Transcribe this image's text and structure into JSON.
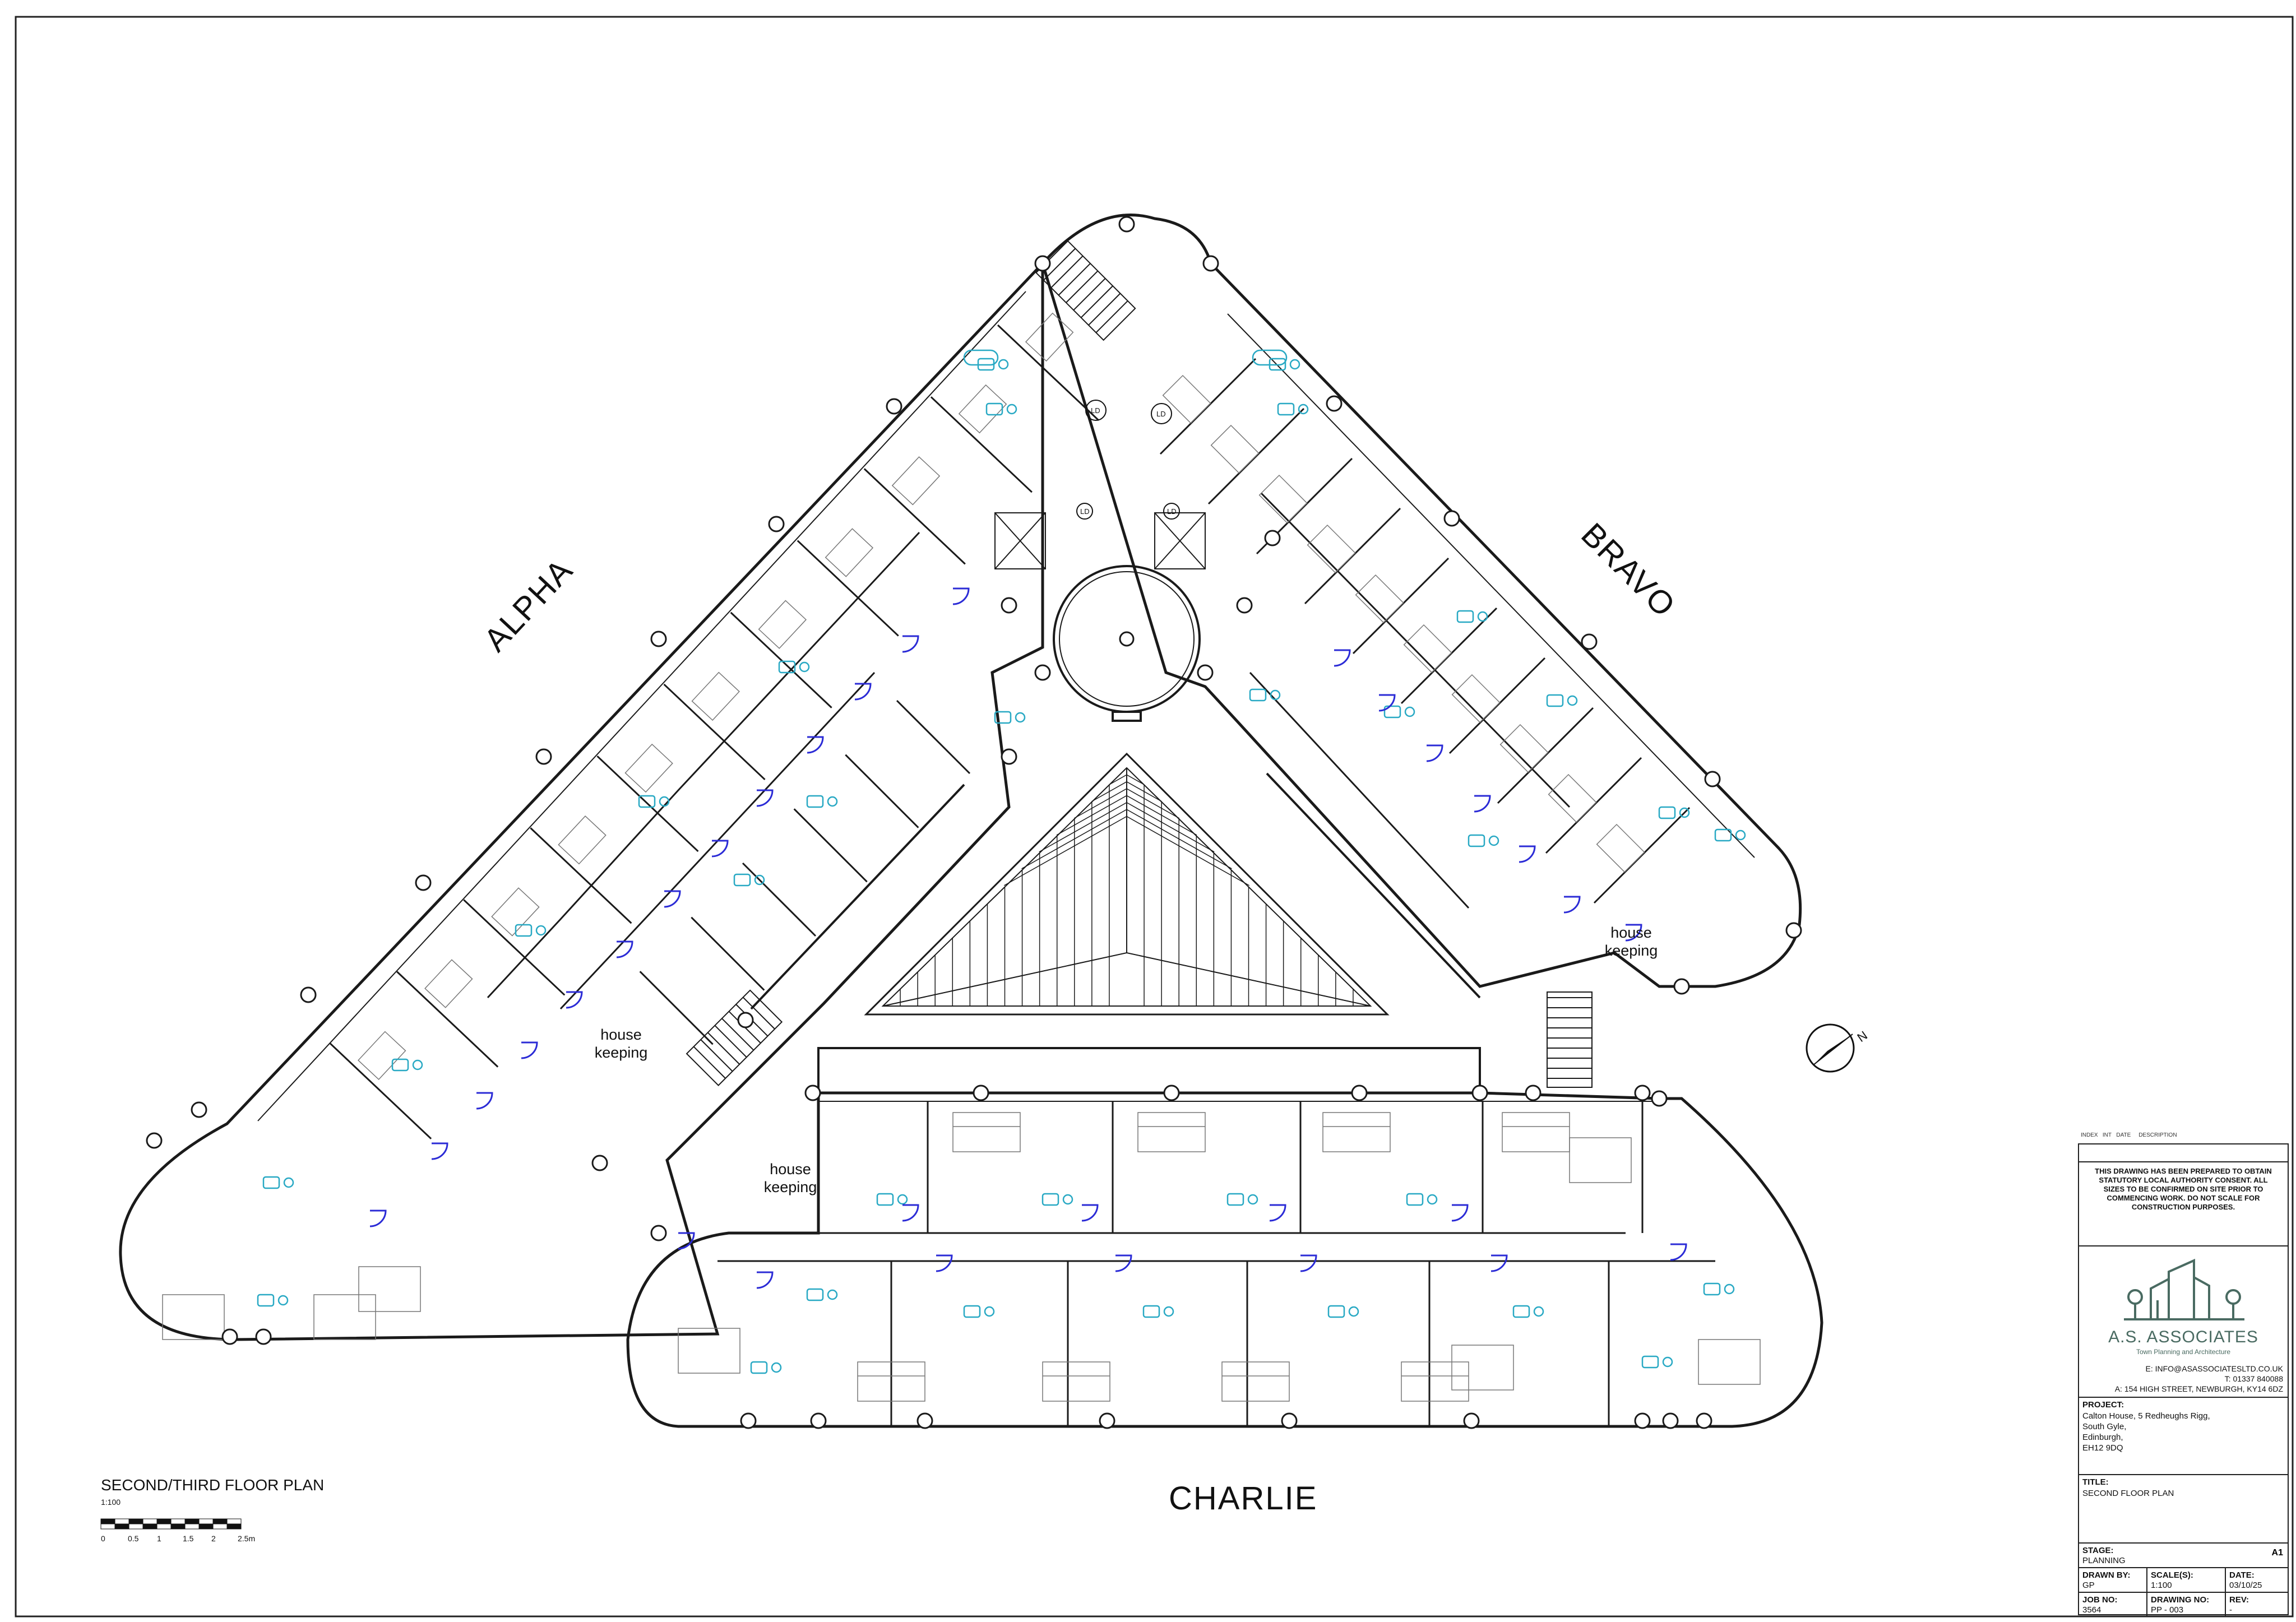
{
  "wings": {
    "alpha": "ALPHA",
    "bravo": "BRAVO",
    "charlie": "CHARLIE"
  },
  "rooms": {
    "housekeeping_1": "house\nkeeping",
    "housekeeping_2": "house\nkeeping",
    "housekeeping_3": "house\nkeeping",
    "lift_1": "LD",
    "lift_2": "LD",
    "lift_3": "LD",
    "lift_4": "LD"
  },
  "north_label": "N",
  "plan": {
    "title": "SECOND/THIRD FLOOR PLAN",
    "scale": "1:100"
  },
  "scalebar": {
    "labels": [
      "0",
      "0.5",
      "1",
      "1.5",
      "2",
      "2.5m"
    ]
  },
  "revisions": {
    "headers": [
      "INDEX",
      "INT",
      "DATE",
      "DESCRIPTION"
    ]
  },
  "title_block": {
    "disclaimer": "THIS DRAWING HAS BEEN PREPARED TO OBTAIN STATUTORY LOCAL AUTHORITY CONSENT. ALL SIZES TO BE CONFIRMED ON SITE PRIOR TO COMMENCING WORK. DO NOT SCALE FOR CONSTRUCTION PURPOSES.",
    "company": "A.S. ASSOCIATES",
    "tagline": "Town Planning and Architecture",
    "email": "E: INFO@ASASSOCIATESLTD.CO.UK",
    "phone": "T: 01337 840088",
    "address": "A: 154 HIGH STREET, NEWBURGH, KY14 6DZ",
    "project_label": "PROJECT:",
    "project": "Calton House, 5 Redheughs Rigg,\nSouth Gyle,\nEdinburgh,\nEH12 9DQ",
    "title_label": "TITLE:",
    "title": "SECOND FLOOR PLAN",
    "stage_label": "STAGE:",
    "stage": "PLANNING",
    "sheet_size": "A1",
    "drawn_by_label": "DRAWN BY:",
    "drawn_by": "GP",
    "scale_label": "SCALE(S):",
    "scale": "1:100",
    "date_label": "DATE:",
    "date": "03/10/25",
    "job_no_label": "JOB NO:",
    "job_no": "3564",
    "drawing_no_label": "DRAWING NO:",
    "drawing_no": "PP - 003",
    "rev_label": "REV:",
    "rev": "-"
  },
  "colors": {
    "line": "#1a1a1a",
    "fixture": "#29a9c4",
    "door": "#2b2bd6",
    "logo": "#4a6b62"
  }
}
